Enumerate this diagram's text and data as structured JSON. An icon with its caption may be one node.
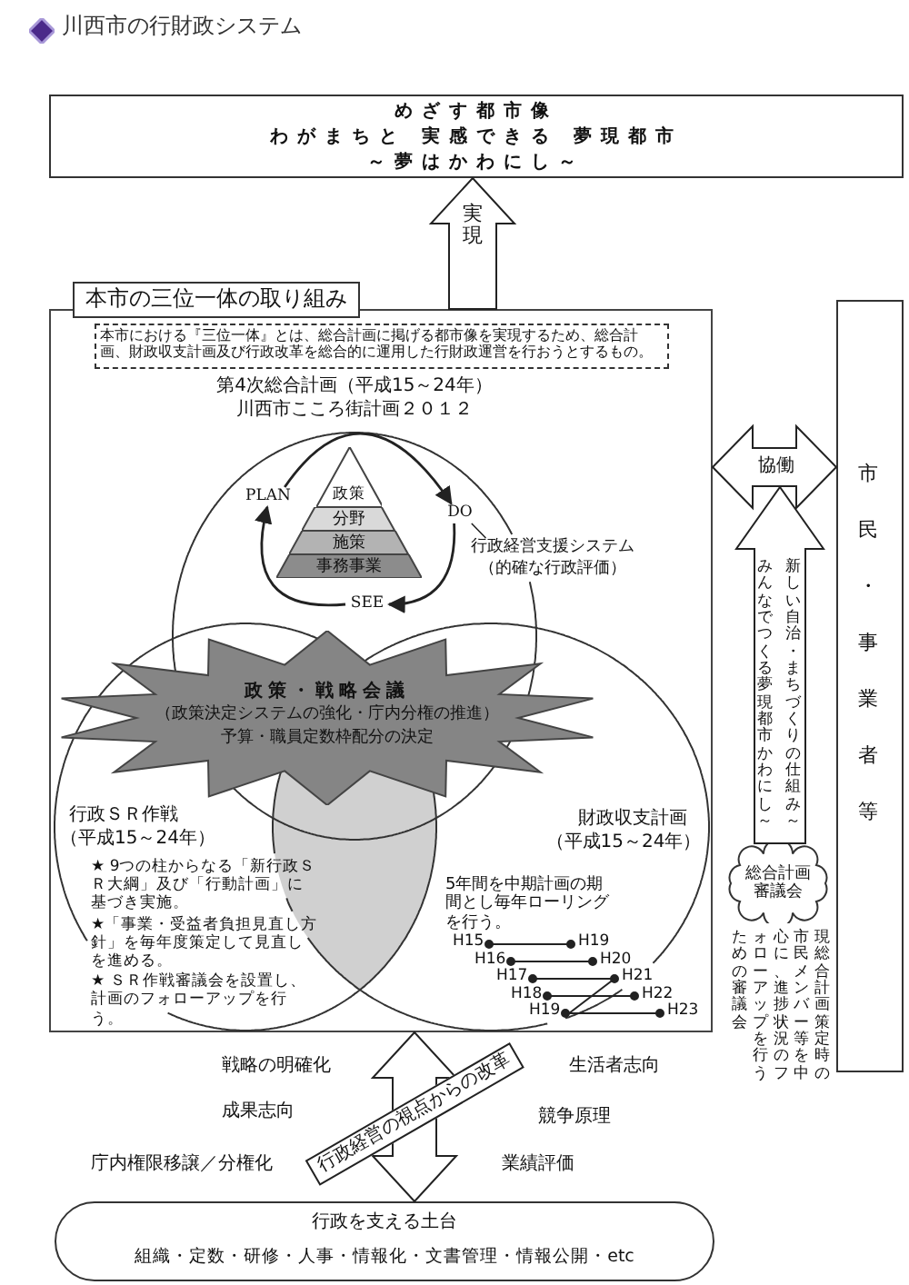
{
  "diagram": {
    "title": "川西市の行財政システム",
    "nodes": [
      {
        "text": [
          "めざす都市像",
          "わがまちと 実感できる 夢現都市",
          "～夢はかわにし～"
        ]
      },
      {
        "text": [
          "本市の三位一体の取り組み"
        ]
      },
      {
        "text": [
          "本市における『三位一体』とは、総合計画に掲げる都市像を実現するため、総合計画、財政収支計画及び行政改革を総合的に運用した行財政運営を行おうとするもの。"
        ],
        "in": 1
      },
      {
        "text": [
          "第4次総合計画（平成15～24年）",
          "川西市こころ街計画２０１２"
        ],
        "in": 1
      },
      {
        "text": [
          "政策"
        ],
        "in": 3
      },
      {
        "text": [
          "分野"
        ],
        "in": 3
      },
      {
        "text": [
          "施策"
        ],
        "in": 3
      },
      {
        "text": [
          "事務事業"
        ],
        "in": 3
      },
      {
        "text": [
          "PLAN"
        ],
        "in": 3
      },
      {
        "text": [
          "DO"
        ],
        "in": 3
      },
      {
        "text": [
          "SEE"
        ],
        "in": 3
      },
      {
        "text": [
          "行政経営支援システム",
          "（的確な行政評価）"
        ],
        "in": 1
      },
      {
        "text": [
          "政策・戦略会議",
          "（政策決定システムの強化・庁内分権の推進）",
          "予算・職員定数枠配分の決定"
        ],
        "in": 1
      },
      {
        "text": [
          "行政ＳＲ作戦",
          "（平成15～24年）",
          "★ 9つの柱からなる「新行政ＳＲ大綱」及び「行動計画」に基づき実施。",
          "★「事業・受益者負担見直し方針」を毎年度策定して見直しを進める。",
          "★ ＳＲ作戦審議会を設置し、計画のフォローアップを行う。"
        ],
        "in": 1
      },
      {
        "text": [
          "財政収支計画",
          "（平成15～24年）",
          "5年間を中期計画の期間とし毎年ローリングを行う。"
        ],
        "in": 1
      },
      {
        "text": [
          "市民・事業者等"
        ]
      },
      {
        "text": [
          "総合計画審議会"
        ],
        "beside": [
          "現総合計画策定時の市民メンバー等を中心に、進捗状況のフォローアップを行うための審議会"
        ]
      },
      {
        "text": [
          "行政を支える土台",
          "組織・定数・研修・人事・情報化・文書管理・情報公開・etc"
        ]
      }
    ],
    "edges": [
      {
        "from": 1,
        "to": 0,
        "arrow": "to",
        "label": "実現"
      },
      {
        "from": 1,
        "to": 15,
        "arrow": "both",
        "label": "協働"
      },
      {
        "from": 16,
        "to": null,
        "arrow": "to",
        "label": "新しい自治・まちづくりの仕組み～みんなでつくる夢現都市かわにし～"
      },
      {
        "from": 1,
        "to": 17,
        "arrow": "both",
        "label": "行政経営の視点からの改革"
      },
      {
        "from": 8,
        "to": 9,
        "arrow": "to"
      },
      {
        "from": 9,
        "to": 10,
        "arrow": "to"
      },
      {
        "from": 10,
        "to": 8,
        "arrow": "to"
      },
      {
        "from": 9,
        "to": 11,
        "arrow": "none"
      }
    ],
    "labels": [
      "H15",
      "H19",
      "H16",
      "H20",
      "H17",
      "H21",
      "H18",
      "H22",
      "H19",
      "H23",
      "戦略の明確化",
      "生活者志向",
      "成果志向",
      "競争原理",
      "庁内権限移譲／分権化",
      "業績評価"
    ]
  }
}
